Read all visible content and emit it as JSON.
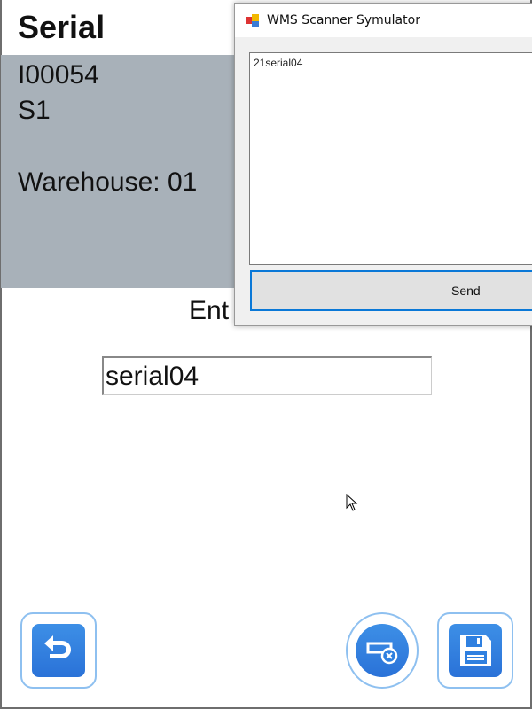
{
  "page": {
    "title": "Serial",
    "item_code": "I00054",
    "line2": "S1",
    "warehouse": "Warehouse: 01",
    "prompt": "Ent",
    "serial_value": "serial04"
  },
  "buttons": {
    "back": "back-icon",
    "clear": "clear-input-icon",
    "save": "save-floppy-icon"
  },
  "dialog": {
    "title": "WMS Scanner Symulator",
    "text": "21serial04",
    "send_label": "Send"
  },
  "colors": {
    "info_panel": "#a8b1b9",
    "accent": "#2f80e0",
    "dialog_focus": "#0a78d7"
  }
}
